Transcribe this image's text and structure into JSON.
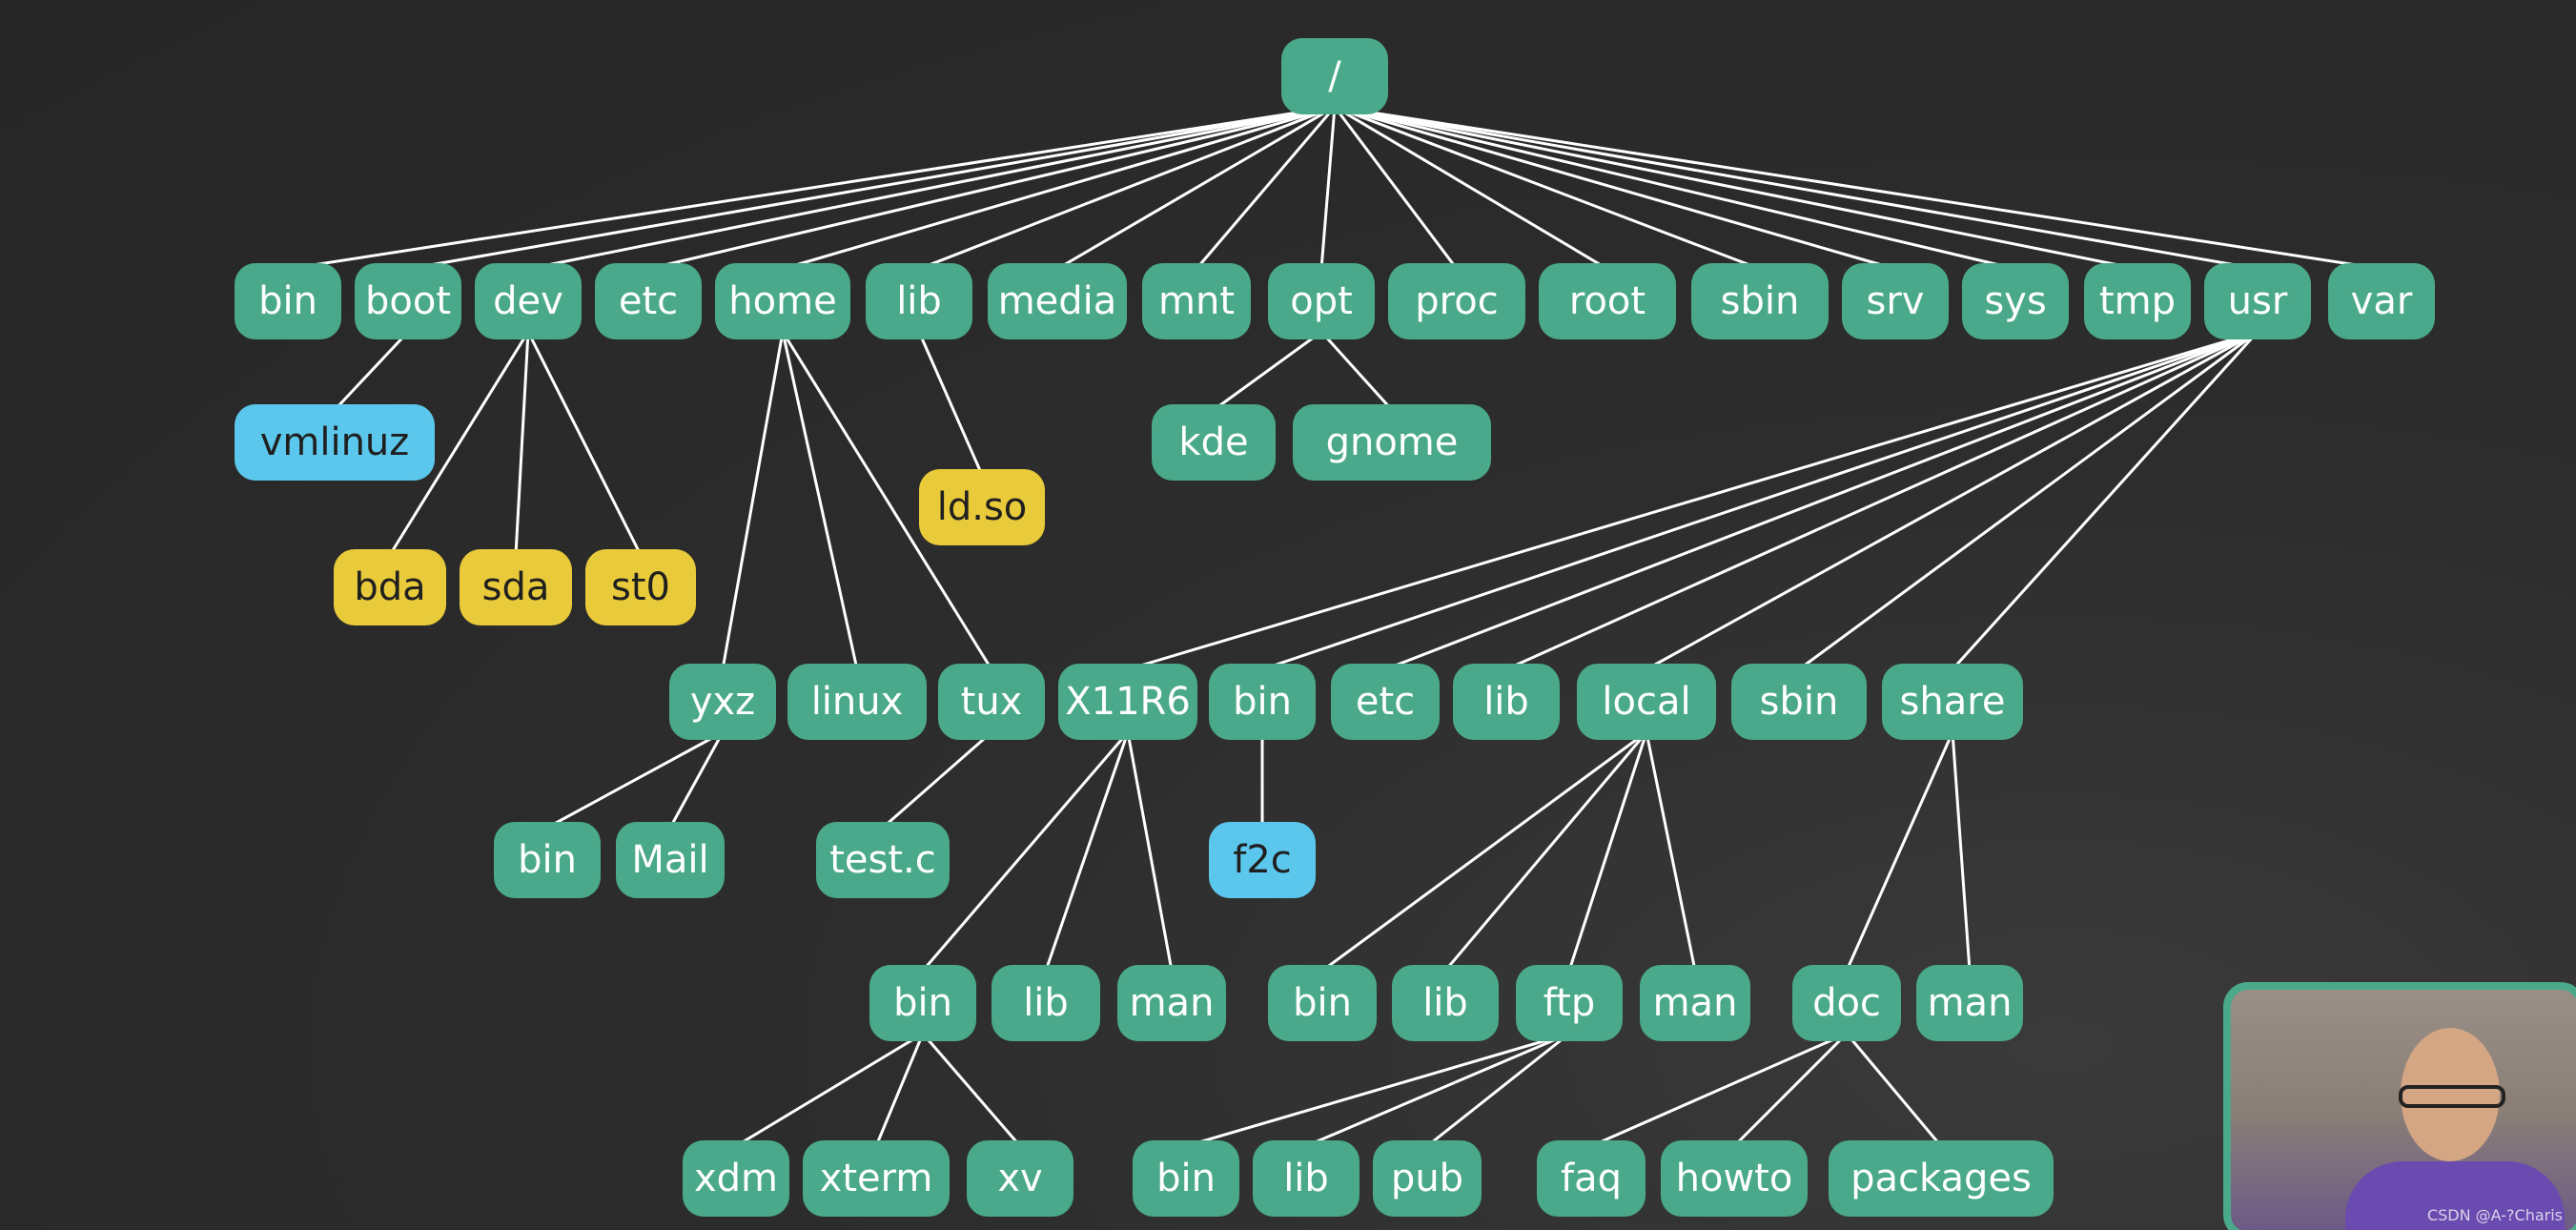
{
  "colors": {
    "background": "#2b2b2b",
    "directory": "#4aa98a",
    "file": "#e9ca3a",
    "executable": "#5cc7ec",
    "edge": "#ffffff"
  },
  "tree": {
    "root": {
      "label": "/",
      "kind": "directory"
    },
    "top_level": [
      {
        "label": "bin",
        "kind": "directory"
      },
      {
        "label": "boot",
        "kind": "directory",
        "children": [
          {
            "label": "vmlinuz",
            "kind": "executable"
          }
        ]
      },
      {
        "label": "dev",
        "kind": "directory",
        "children": [
          {
            "label": "bda",
            "kind": "file"
          },
          {
            "label": "sda",
            "kind": "file"
          },
          {
            "label": "st0",
            "kind": "file"
          }
        ]
      },
      {
        "label": "etc",
        "kind": "directory"
      },
      {
        "label": "home",
        "kind": "directory",
        "children": [
          {
            "label": "yxz",
            "kind": "directory",
            "children": [
              {
                "label": "bin",
                "kind": "directory"
              },
              {
                "label": "Mail",
                "kind": "directory"
              }
            ]
          },
          {
            "label": "linux",
            "kind": "directory"
          },
          {
            "label": "tux",
            "kind": "directory",
            "children": [
              {
                "label": "test.c",
                "kind": "directory"
              }
            ]
          }
        ]
      },
      {
        "label": "lib",
        "kind": "directory",
        "children": [
          {
            "label": "ld.so",
            "kind": "file"
          }
        ]
      },
      {
        "label": "media",
        "kind": "directory"
      },
      {
        "label": "mnt",
        "kind": "directory"
      },
      {
        "label": "opt",
        "kind": "directory",
        "children": [
          {
            "label": "kde",
            "kind": "directory"
          },
          {
            "label": "gnome",
            "kind": "directory"
          }
        ]
      },
      {
        "label": "proc",
        "kind": "directory"
      },
      {
        "label": "root",
        "kind": "directory"
      },
      {
        "label": "sbin",
        "kind": "directory"
      },
      {
        "label": "srv",
        "kind": "directory"
      },
      {
        "label": "sys",
        "kind": "directory"
      },
      {
        "label": "tmp",
        "kind": "directory"
      },
      {
        "label": "usr",
        "kind": "directory",
        "children": [
          {
            "label": "X11R6",
            "kind": "directory",
            "children": [
              {
                "label": "bin",
                "kind": "directory",
                "children": [
                  {
                    "label": "xdm",
                    "kind": "directory"
                  },
                  {
                    "label": "xterm",
                    "kind": "directory"
                  },
                  {
                    "label": "xv",
                    "kind": "directory"
                  }
                ]
              },
              {
                "label": "lib",
                "kind": "directory"
              },
              {
                "label": "man",
                "kind": "directory"
              }
            ]
          },
          {
            "label": "bin",
            "kind": "directory",
            "children": [
              {
                "label": "f2c",
                "kind": "executable"
              }
            ]
          },
          {
            "label": "etc",
            "kind": "directory"
          },
          {
            "label": "lib",
            "kind": "directory"
          },
          {
            "label": "local",
            "kind": "directory",
            "children": [
              {
                "label": "bin",
                "kind": "directory"
              },
              {
                "label": "lib",
                "kind": "directory"
              },
              {
                "label": "ftp",
                "kind": "directory",
                "children": [
                  {
                    "label": "bin",
                    "kind": "directory"
                  },
                  {
                    "label": "lib",
                    "kind": "directory"
                  },
                  {
                    "label": "pub",
                    "kind": "directory"
                  }
                ]
              },
              {
                "label": "man",
                "kind": "directory"
              }
            ]
          },
          {
            "label": "sbin",
            "kind": "directory"
          },
          {
            "label": "share",
            "kind": "directory",
            "children": [
              {
                "label": "doc",
                "kind": "directory",
                "children": [
                  {
                    "label": "faq",
                    "kind": "directory"
                  },
                  {
                    "label": "howto",
                    "kind": "directory"
                  },
                  {
                    "label": "packages",
                    "kind": "directory"
                  }
                ]
              },
              {
                "label": "man",
                "kind": "directory"
              }
            ]
          }
        ]
      },
      {
        "label": "var",
        "kind": "directory"
      }
    ]
  },
  "watermark": "CSDN @A-?Charis"
}
